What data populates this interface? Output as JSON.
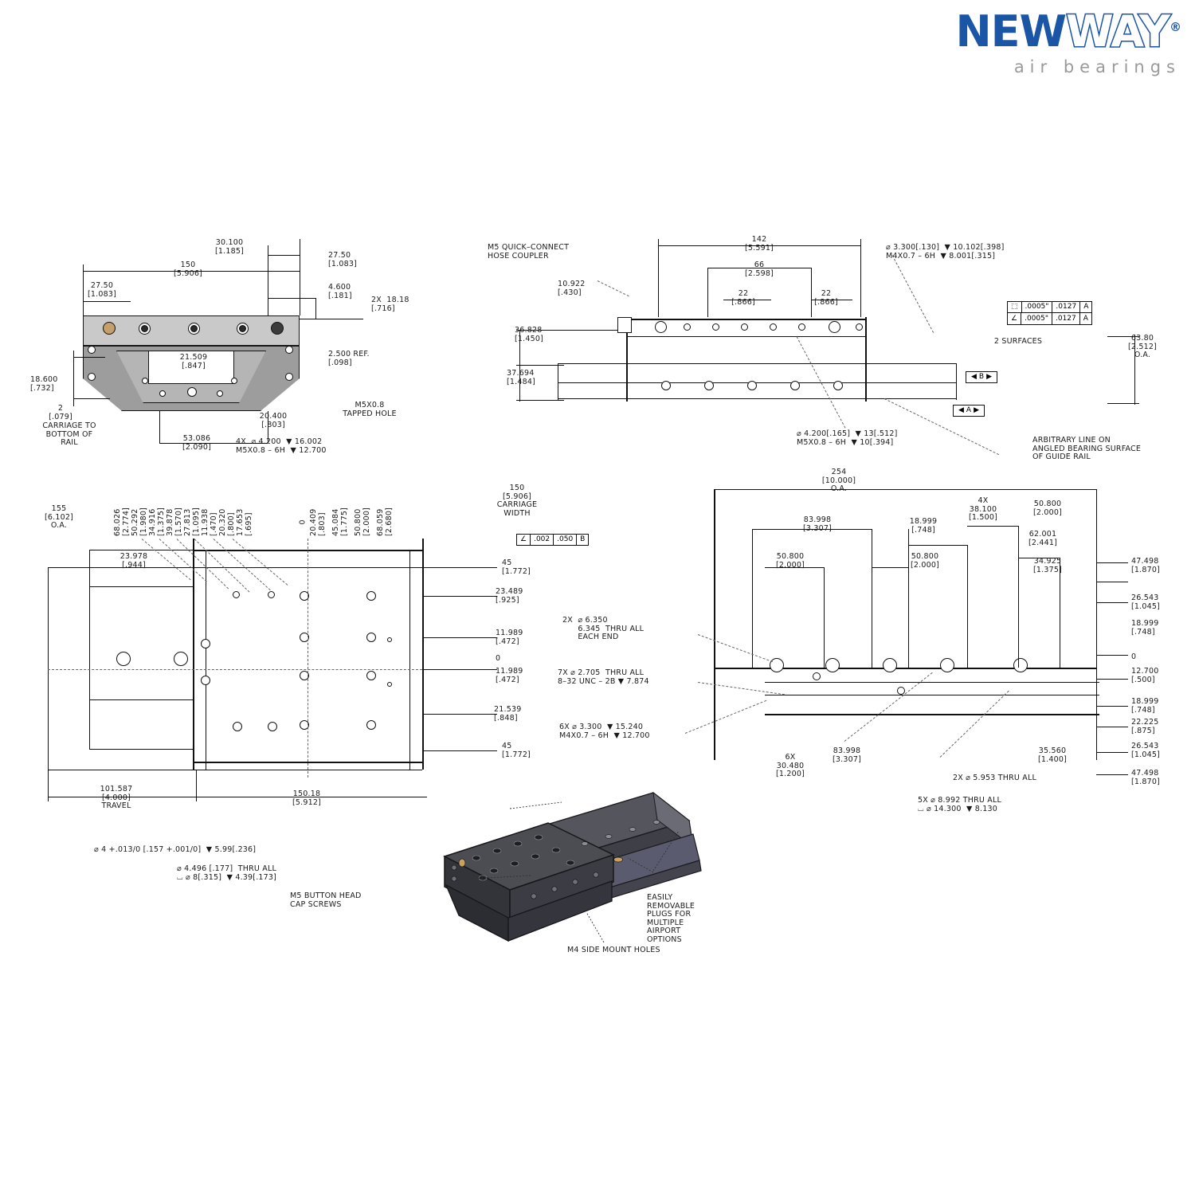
{
  "logo": {
    "word1": "NEW",
    "word2": "WAY",
    "registered": "®",
    "tagline": "air bearings"
  },
  "views": {
    "front_left": {
      "name": "carriage-end-view",
      "dims": [
        {
          "t": "30.100\n[1.185]"
        },
        {
          "t": "150\n[5.906]"
        },
        {
          "t": "27.50\n[1.083]"
        },
        {
          "t": "27.50\n[1.083]"
        },
        {
          "t": "4.600\n[.181]"
        },
        {
          "t": "2X  18.18\n[.716]"
        },
        {
          "t": "2.500 REF.\n[.098]"
        },
        {
          "t": "21.509\n[.847]"
        },
        {
          "t": "18.600\n[.732]"
        },
        {
          "t": "2\n[.079]"
        },
        {
          "t": "CARRIAGE TO\nBOTTOM OF\nRAIL"
        },
        {
          "t": "53.086\n[2.090]"
        },
        {
          "t": "20.400\n[.803]"
        },
        {
          "t": "M5X0.8\nTAPPED HOLE"
        },
        {
          "t": "4X  ⌀ 4.200  ▼ 16.002\nM5X0.8 – 6H  ▼ 12.700"
        }
      ]
    },
    "front_right": {
      "name": "rail-side-view",
      "dims": [
        {
          "t": "M5 QUICK–CONNECT\nHOSE COUPLER"
        },
        {
          "t": "10.922\n[.430]"
        },
        {
          "t": "36.828\n[1.450]"
        },
        {
          "t": "37.694\n[1.484]"
        },
        {
          "t": "142\n[5.591]"
        },
        {
          "t": "66\n[2.598]"
        },
        {
          "t": "22\n[.866]"
        },
        {
          "t": "22\n[.866]"
        },
        {
          "t": "⌀ 3.300[.130]  ▼ 10.102[.398]\nM4X0.7 – 6H  ▼ 8.001[.315]"
        },
        {
          "t": "63.80\n[2.512]\nO.A."
        },
        {
          "t": "2 SURFACES"
        },
        {
          "t": "⌀ 4.200[.165]  ▼ 13[.512]\nM5X0.8 – 6H  ▼ 10[.394]"
        },
        {
          "t": "ARBITRARY LINE ON\nANGLED BEARING SURFACE\nOF GUIDE RAIL"
        }
      ],
      "gdt": [
        {
          "sym": "⬚",
          "tol": ".0005\"",
          "tol2": ".0127",
          "datum": "A"
        },
        {
          "sym": "∠",
          "tol": ".0005\"",
          "tol2": ".0127",
          "datum": "A"
        }
      ],
      "datums": [
        "B",
        "A"
      ]
    },
    "top_left": {
      "name": "carriage-top-view",
      "left_dims": [
        {
          "t": "155\n[6.102]\nO.A."
        },
        {
          "t": "23.978\n[.944]"
        },
        {
          "t": "101.587\n[4.000]\nTRAVEL"
        },
        {
          "t": "150.18\n[5.912]"
        }
      ],
      "top_stack": [
        "68.026\n[2.774]",
        "50.292\n[1.980]",
        "34.916\n[1.375]",
        "39.878\n[1.570]",
        "27.813\n[1.095]",
        "11.938\n[.470]",
        "20.320\n[.800]",
        "17.653\n[.695]",
        "0",
        "20.409\n[.803]",
        "45.084\n[1.775]",
        "50.800\n[2.000]",
        "68.059\n[2.680]"
      ],
      "right_stack": [
        "45\n[1.772]",
        "23.489\n[.925]",
        "11.989\n[.472]",
        "0",
        "11.989\n[.472]",
        "21.539\n[.848]",
        "45\n[1.772]"
      ],
      "carriage_width": "150\n[5.906]\nCARRIAGE\nWIDTH",
      "gdt": {
        "sym": "∠",
        "tol": ".002",
        "tol2": ".050",
        "datum": "B"
      },
      "callouts": [
        "⌀ 4 +.013/0 [.157 +.001/0]  ▼ 5.99[.236]",
        "⌀ 4.496 [.177]  THRU ALL\n⌴ ⌀ 8[.315]  ▼ 4.39[.173]"
      ]
    },
    "top_right": {
      "name": "rail-top-view",
      "overall": "254\n[10.000]\nO.A.",
      "dims": [
        "83.998\n[3.307]",
        "50.800\n[2.000]",
        "18.999\n[.748]",
        "50.800\n[2.000]",
        "4X\n38.100\n[1.500]",
        "50.800\n[2.000]",
        "62.001\n[2.441]",
        "34.925\n[1.375]",
        "6X\n30.480\n[1.200]",
        "83.998\n[3.307]",
        "35.560\n[1.400]"
      ],
      "right_stack": [
        "47.498\n[1.870]",
        "26.543\n[1.045]",
        "18.999\n[.748]",
        "0",
        "12.700\n[.500]",
        "18.999\n[.748]",
        "22.225\n[.875]",
        "26.543\n[1.045]",
        "47.498\n[1.870]"
      ],
      "callouts": [
        "2X  ⌀ 6.350\n      6.345  THRU ALL\n      EACH END",
        "7X ⌀ 2.705  THRU ALL\n8–32 UNC – 2B ▼ 7.874",
        "6X ⌀ 3.300  ▼ 15.240\nM4X0.7 – 6H  ▼ 12.700",
        "2X ⌀ 5.953 THRU ALL",
        "5X ⌀ 8.992 THRU ALL\n⌴ ⌀ 14.300  ▼ 8.130"
      ]
    },
    "isometric": {
      "name": "isometric-model",
      "callouts": [
        "M5 BUTTON HEAD\nCAP SCREWS",
        "M4 SIDE MOUNT HOLES",
        "EASILY\nREMOVABLE\nPLUGS FOR\nMULTIPLE\nAIRPORT\nOPTIONS"
      ]
    }
  },
  "colors": {
    "brand_blue": "#1b55a5",
    "tagline_gray": "#9a9a9a",
    "line": "#111111",
    "body_light": "#c9c9c9",
    "body_mid": "#9d9d9d",
    "body_dark": "#4a4a52"
  }
}
